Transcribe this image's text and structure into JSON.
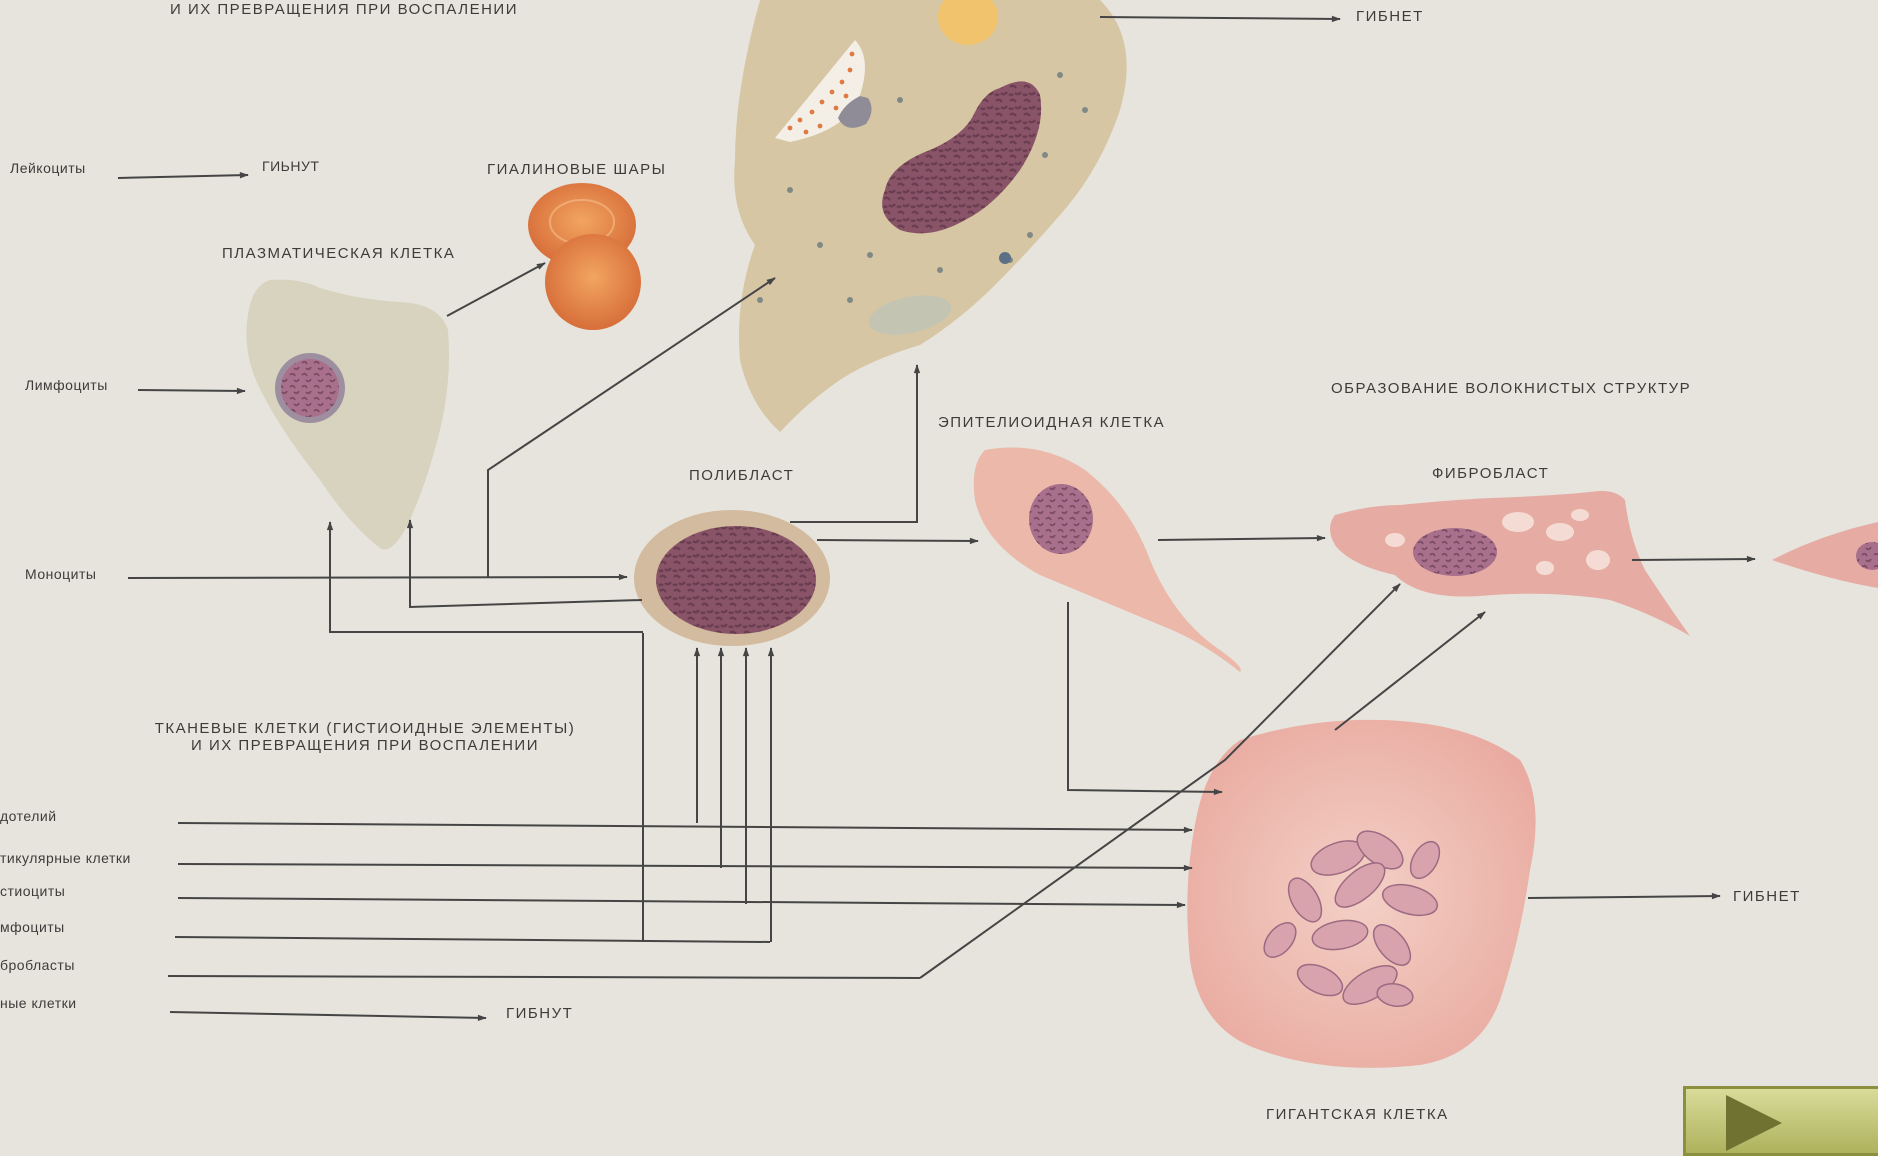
{
  "titles": {
    "top_line_partial": "И ИХ ПРЕВРАЩЕНИЯ ПРИ ВОСПАЛЕНИИ",
    "tissue_line1": "ТКАНЕВЫЕ КЛЕТКИ (ГИСТИОИДНЫЕ ЭЛЕМЕНТЫ)",
    "tissue_line2": "И ИХ ПРЕВРАЩЕНИЯ ПРИ ВОСПАЛЕНИИ"
  },
  "blood_cells": {
    "leukocytes": "Лейкоциты",
    "lymphocytes": "Лимфоциты",
    "monocytes": "Моноциты"
  },
  "tissue_cells": {
    "endothelium": "дотелий",
    "reticular": "тикулярные клетки",
    "histiocytes": "стиоциты",
    "lymphocytes": "мфоциты",
    "fibroblasts": "бробласты",
    "other": "ные клетки"
  },
  "cells": {
    "plasma_cell": "ПЛАЗМАТИЧЕСКАЯ КЛЕТКА",
    "hyaline_balls": "ГИАЛИНОВЫЕ ШАРЫ",
    "polyblast": "ПОЛИБЛАСТ",
    "epithelioid": "ЭПИТЕЛИОИДНАЯ КЛЕТКА",
    "fibroblast": "ФИБРОБЛАСТ",
    "fibrous_structures": "ОБРАЗОВАНИЕ ВОЛОКНИСТЫХ СТРУКТУР",
    "giant_cell": "ГИГАНТСКАЯ КЛЕТКА"
  },
  "outcomes": {
    "leukocytes_die": "ГИЬНУТ",
    "macrophage_dies": "ГИБНЕТ",
    "giant_dies": "ГИБНЕТ",
    "other_die": "ГИБНУТ"
  },
  "colors": {
    "paper": "#e6e4dc",
    "ink": "#3e3c3a",
    "line": "#454545",
    "macrophage": "#d7c6a3",
    "pink_cell": "#eab7ae",
    "nucleus": "#8a5a6f",
    "hyaline": "#e4884a"
  }
}
